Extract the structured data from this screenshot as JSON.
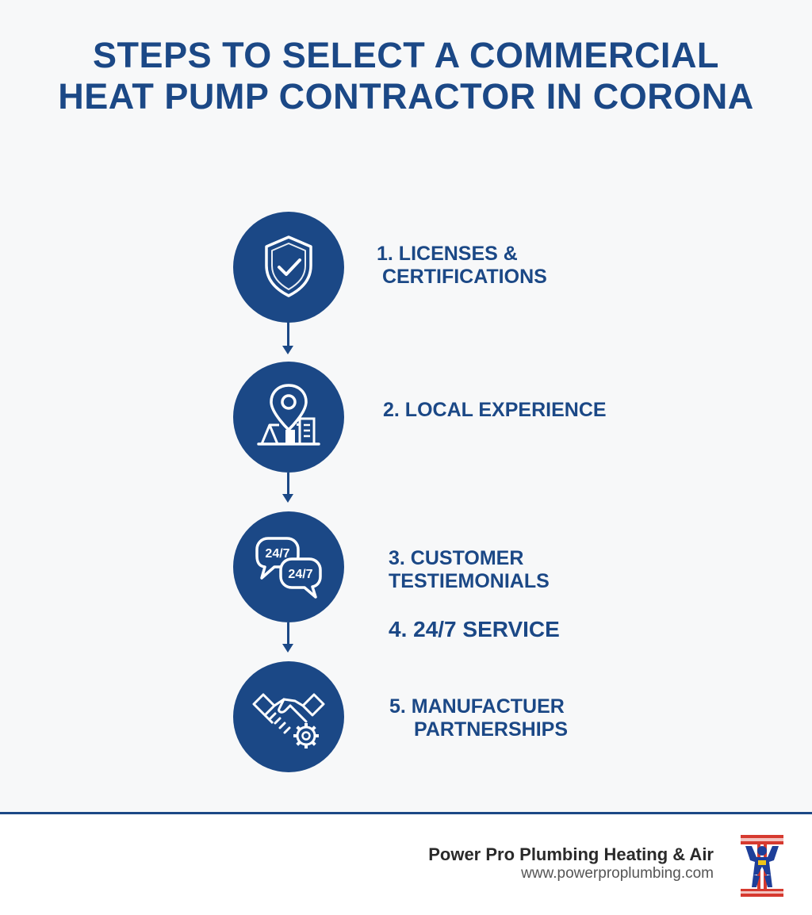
{
  "title": {
    "line1": "STEPS TO SELECT A COMMERCIAL",
    "line2": "HEAT PUMP CONTRACTOR IN CORONA"
  },
  "steps": [
    {
      "icon": "shield-check-icon",
      "line1": "1. LICENSES &",
      "line2": " CERTIFICATIONS"
    },
    {
      "icon": "location-pin-building-icon",
      "line1": "2. LOCAL EXPERIENCE"
    },
    {
      "icon": "chat-bubbles-24-7-icon",
      "line1": "3. CUSTOMER",
      "line2": "TESTIEMONIALS",
      "bubble_text": "24/7"
    },
    {
      "line1": "4. 24/7 SERVICE"
    },
    {
      "icon": "handshake-gear-icon",
      "line1": "5. MANUFACTUER",
      "line2": "PARTNERSHIPS"
    }
  ],
  "footer": {
    "company_name": "Power Pro Plumbing Heating & Air",
    "website": "www.powerproplumbing.com",
    "logo_icon": "strongman-logo-icon"
  },
  "colors": {
    "primary": "#1b4886",
    "background": "#f7f8f9",
    "footer_background": "#ffffff"
  }
}
